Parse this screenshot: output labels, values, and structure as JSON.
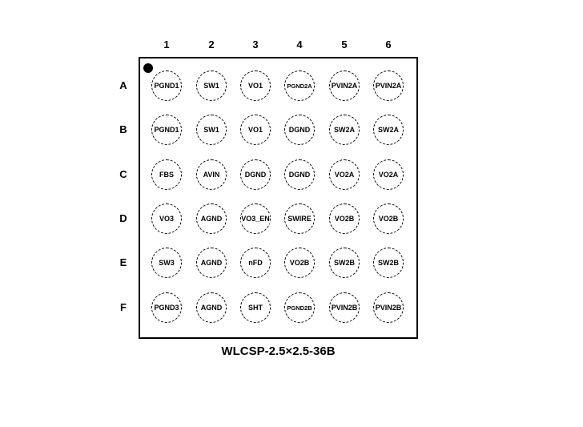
{
  "columns": [
    "1",
    "2",
    "3",
    "4",
    "5",
    "6"
  ],
  "rows": [
    "A",
    "B",
    "C",
    "D",
    "E",
    "F"
  ],
  "pins": [
    [
      "PGND1",
      "SW1",
      "VO1",
      "PGND2A",
      "PVIN2A",
      "PVIN2A"
    ],
    [
      "PGND1",
      "SW1",
      "VO1",
      "DGND",
      "SW2A",
      "SW2A"
    ],
    [
      "FBS",
      "AVIN",
      "DGND",
      "DGND",
      "VO2A",
      "VO2A"
    ],
    [
      "VO3",
      "AGND",
      "VO3_EN",
      "SWIRE",
      "VO2B",
      "VO2B"
    ],
    [
      "SW3",
      "AGND",
      "nFD",
      "VO2B",
      "SW2B",
      "SW2B"
    ],
    [
      "PGND3",
      "AGND",
      "SHT",
      "PGND2B",
      "PVIN2B",
      "PVIN2B"
    ]
  ],
  "package_name": "WLCSP-2.5×2.5-36B"
}
